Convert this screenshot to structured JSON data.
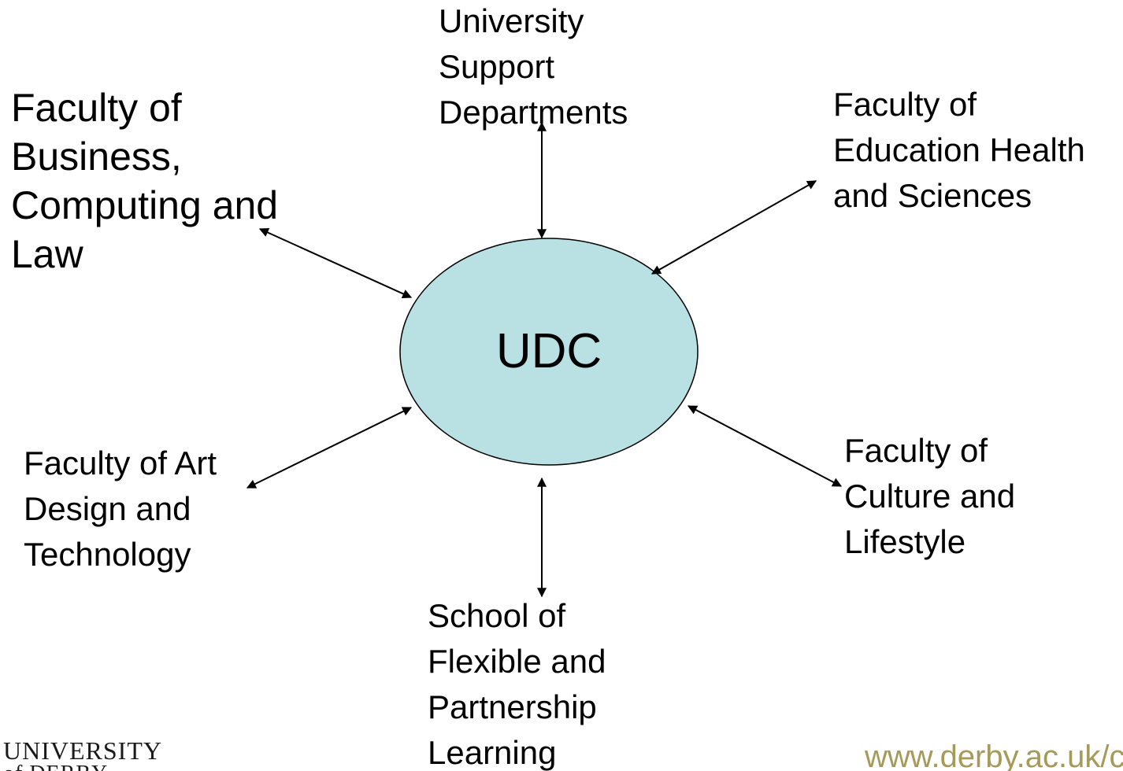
{
  "hub": {
    "label": "UDC",
    "fill_color": "#b9e0e3"
  },
  "nodes": {
    "top": "University\nSupport\nDepartments",
    "top_left": "Faculty of\nBusiness,\nComputing and\nLaw",
    "top_right": "Faculty of\nEducation Health\nand Sciences",
    "bottom_left": "Faculty of Art\nDesign and\nTechnology",
    "bottom_right": "Faculty of\nCulture and\nLifestyle",
    "bottom": "School of\nFlexible and\nPartnership\nLearning"
  },
  "footer": {
    "logo_line1": "UNIVERSITY",
    "logo_line2": "of DERBY",
    "url": "www.derby.ac.uk/co",
    "url_color": "#a59a5a"
  }
}
